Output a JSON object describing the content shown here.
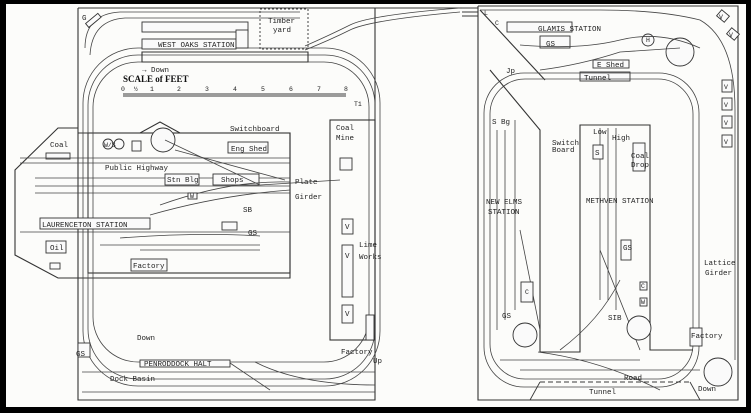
{
  "left_plan": {
    "labels": {
      "g": "G",
      "timber_1": "Timber",
      "timber_2": "yard",
      "west_oaks": "WEST OAKS STATION",
      "down_top": "→ Down",
      "t1": "T1",
      "switchboard": "Switchboard",
      "coal": "Coal",
      "ws": "W/S",
      "eng_shed": "Eng Shed",
      "coal_mine_1": "Coal",
      "coal_mine_2": "Mine",
      "public_highway": "Public Highway",
      "stn_blg": "Stn Blg",
      "shops": "Shops",
      "plate": "Plate",
      "girder": "Girder",
      "w": "W",
      "sb": "SB",
      "laurenceton": "LAURENCETON STATION",
      "gs_mid": "GS",
      "oil": "Oil",
      "factory": "Factory",
      "v1": "V",
      "v2": "V",
      "v3": "V",
      "lime_1": "Lime",
      "lime_2": "Works",
      "down_bottom": "Down",
      "gs_bottom": "GS",
      "penroddock": "PENRODDOCK HALT",
      "dock_basin": "Dock Basin",
      "factory_right": "Factory",
      "up": "Up"
    },
    "scale": {
      "title": "SCALE of FEET",
      "ticks": [
        "0",
        "½",
        "1",
        "2",
        "3",
        "4",
        "5",
        "6",
        "7",
        "8"
      ]
    }
  },
  "right_plan": {
    "labels": {
      "l": "L",
      "c_top": "C",
      "glamis": "GLAMIS STATION",
      "gs_top": "GS",
      "h": "H",
      "e_shed": "E Shed",
      "jp": "Jp",
      "tunnel_top": "Tunnel",
      "s_bg": "S Bg",
      "switch_1": "Switch",
      "switch_2": "Board",
      "low": "Low",
      "high": "High",
      "s": "S",
      "coal_drop_1": "Coal",
      "coal_drop_2": "Drop",
      "new_elms_1": "NEW ELMS",
      "new_elms_2": "STATION",
      "methven": "METHVEN STATION",
      "gs_mid": "GS",
      "lattice_1": "Lattice",
      "lattice_2": "Girder",
      "c_left": "C",
      "c_mid": "C",
      "w_mid": "W",
      "gs_left": "GS",
      "sib": "SIB",
      "factory": "Factory",
      "road": "Road",
      "tunnel_bottom": "Tunnel",
      "down": "Down",
      "v": [
        "V",
        "V",
        "V",
        "V"
      ],
      "vd1": "V",
      "vd2": "V"
    }
  }
}
